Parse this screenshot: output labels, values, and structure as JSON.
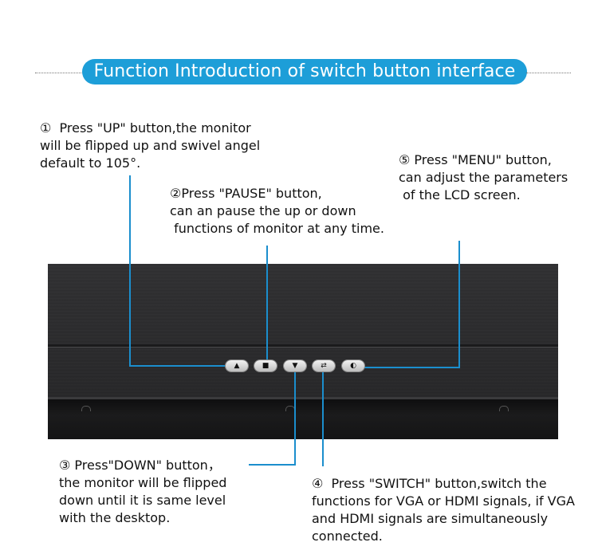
{
  "header": {
    "title": "Function Introduction of switch button interface"
  },
  "notes": {
    "up": "①  Press \"UP\" button,the monitor\nwill be flipped up and swivel angel\ndefault to 105°.",
    "pause": "②Press \"PAUSE\" button,\ncan an pause the up or down\n functions of monitor at any time.",
    "menu": "⑤ Press \"MENU\" button,\ncan adjust the parameters\n of the LCD screen.",
    "down": "③ Press\"DOWN\" button，\nthe monitor will be flipped\ndown until it is same level\nwith the desktop.",
    "switch": "④  Press \"SWITCH\" button,switch the\nfunctions for VGA or HDMI signals, if VGA\nand HDMI signals are simultaneously\nconnected."
  },
  "buttons": {
    "up_icon": "▲",
    "pause_icon": "■",
    "down_icon": "▼",
    "switch_icon": "⇄",
    "menu_icon": "◐"
  },
  "colors": {
    "accent": "#1d9ed8",
    "leader_line": "#1b8ecd",
    "panel": "#2a2a2c"
  }
}
